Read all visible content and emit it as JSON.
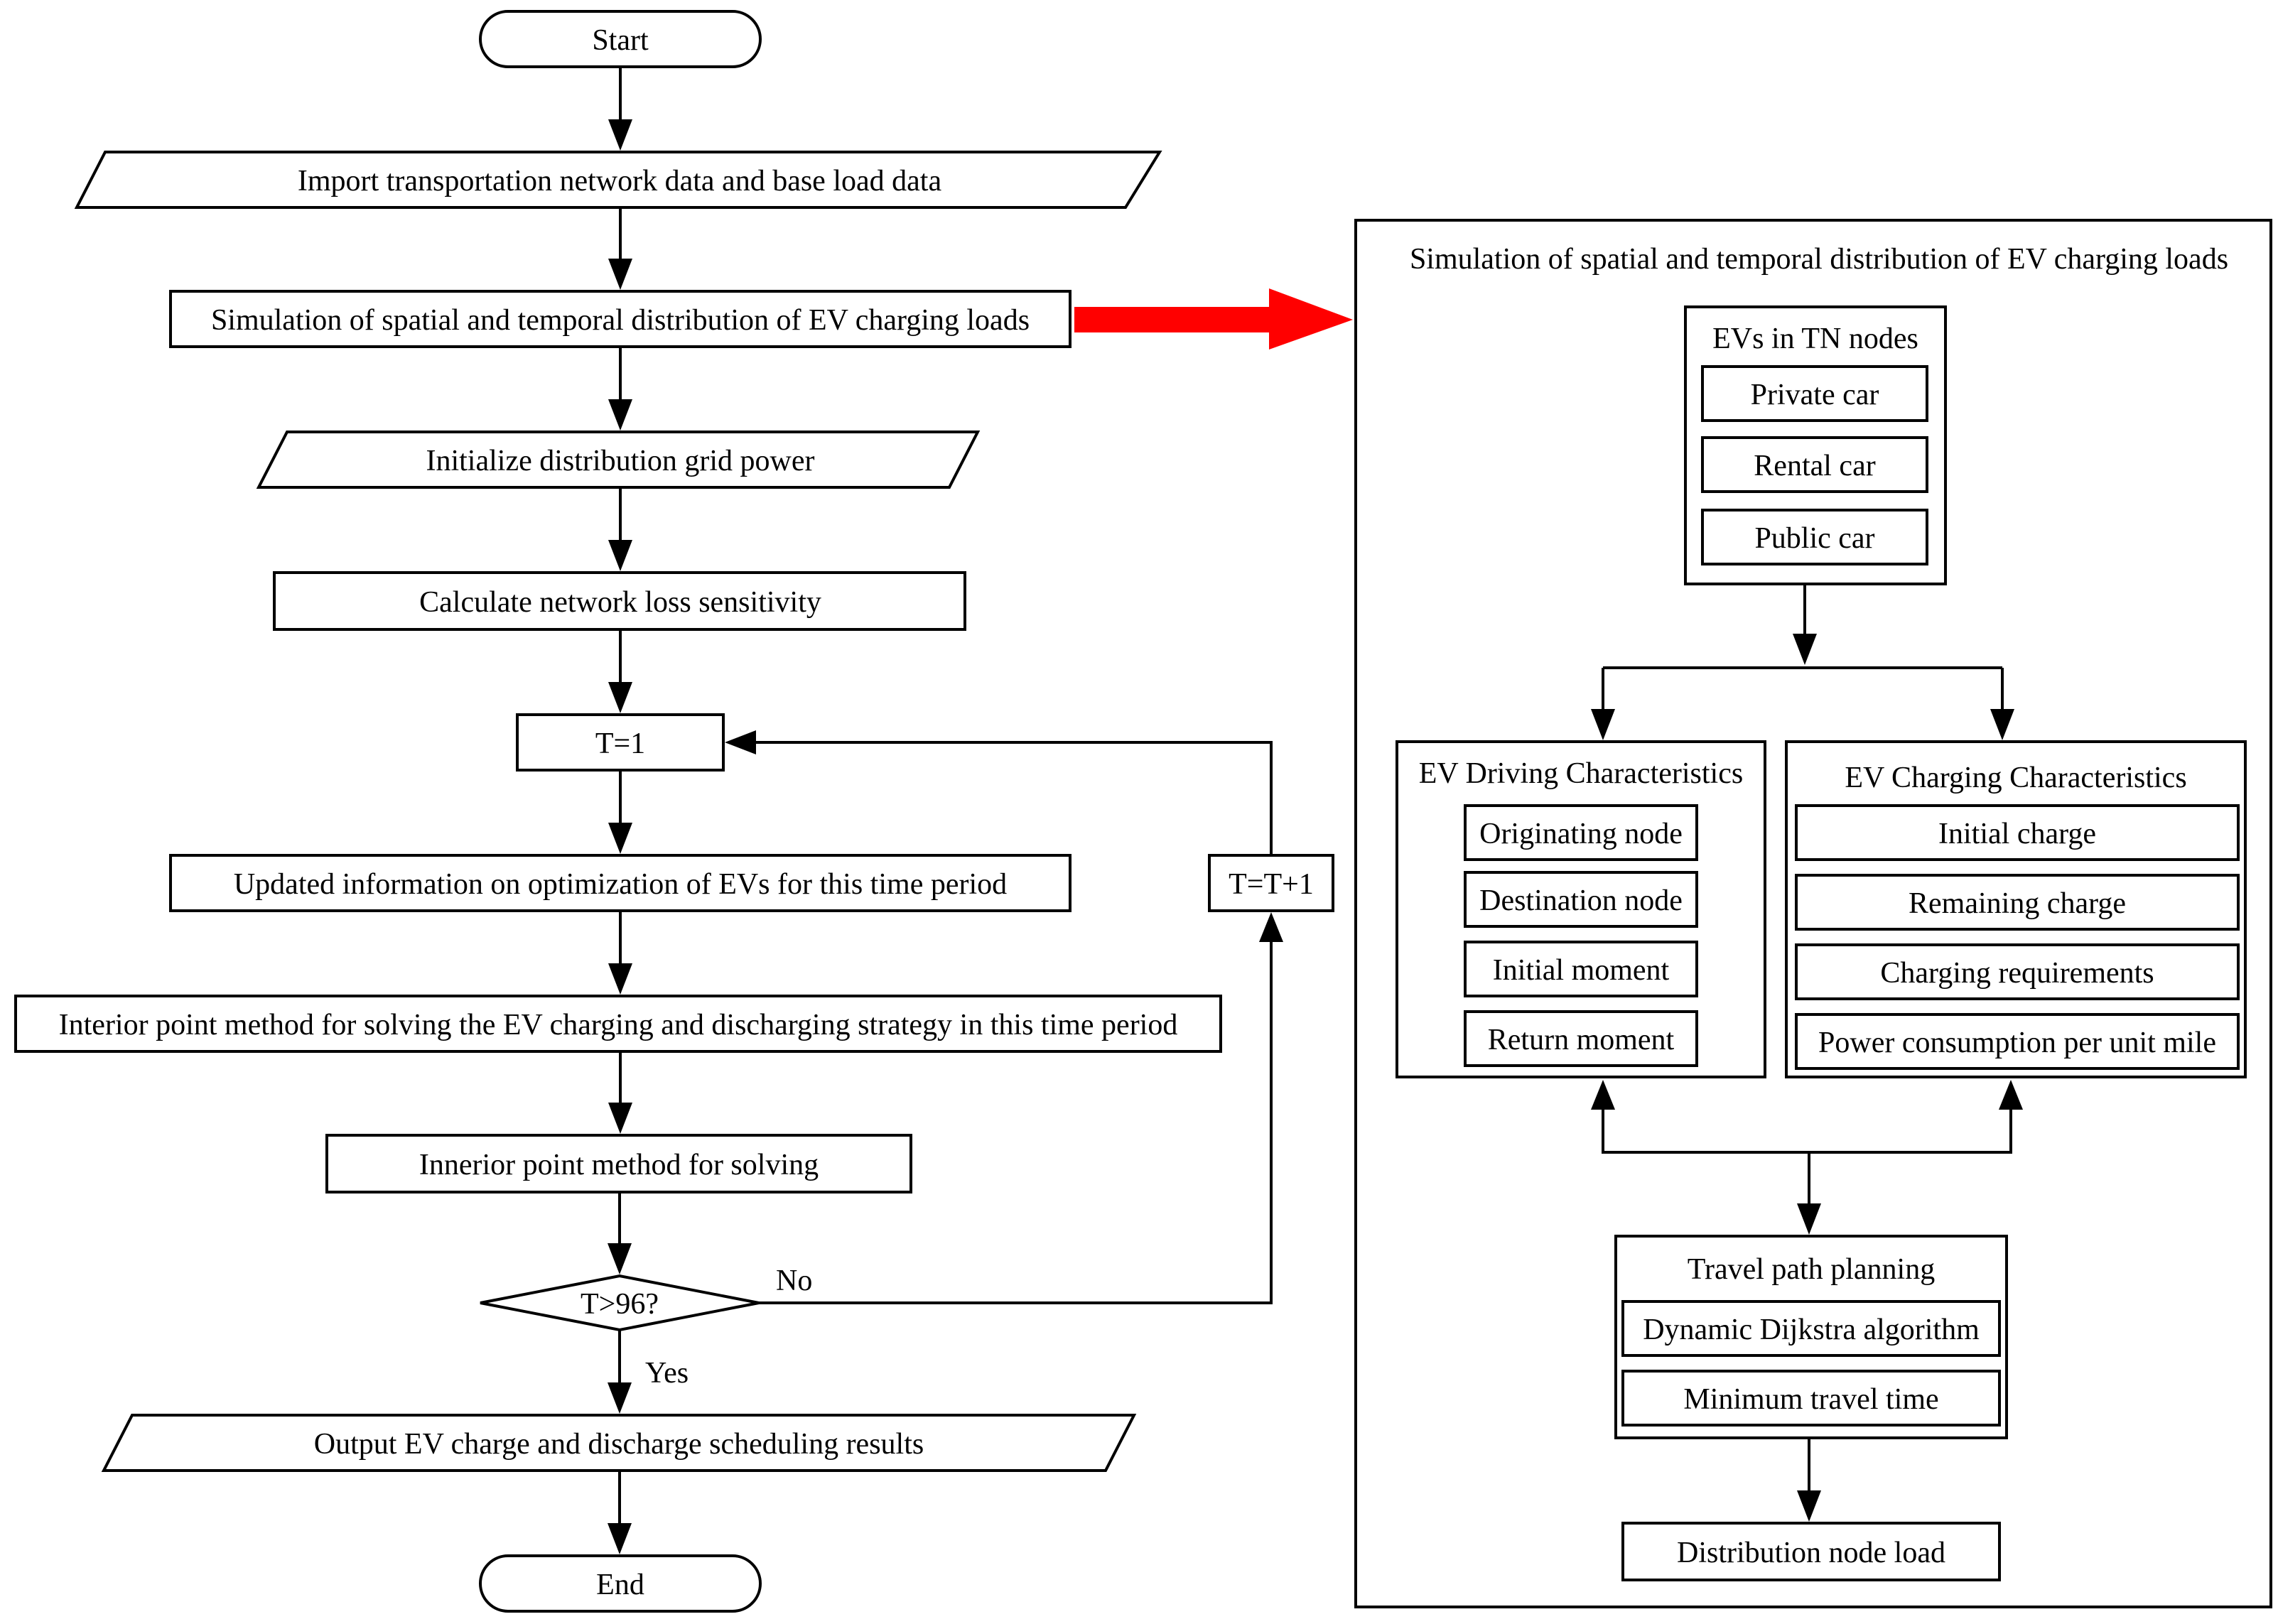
{
  "flow": {
    "start": "Start",
    "import_data": "Import transportation network data and base load data",
    "simulation": "Simulation of spatial and temporal distribution of EV charging loads",
    "init_power": "Initialize distribution grid power",
    "calc_sensitivity": "Calculate network loss sensitivity",
    "t_init": "T=1",
    "update_info": "Updated information on optimization of EVs for this time period",
    "interior_point": "Interior point method for solving the EV charging and discharging strategy in this time period",
    "innerior_point": "Innerior point method for solving",
    "decision": "T>96?",
    "no_label": "No",
    "yes_label": "Yes",
    "increment": "T=T+1",
    "output": "Output EV charge and discharge scheduling results",
    "end": "End"
  },
  "detail": {
    "title": "Simulation of spatial and temporal distribution of EV charging loads",
    "evs_group": {
      "title": "EVs in TN nodes",
      "items": [
        "Private car",
        "Rental car",
        "Public car"
      ]
    },
    "driving": {
      "title": "EV Driving Characteristics",
      "items": [
        "Originating node",
        "Destination node",
        "Initial moment",
        "Return moment"
      ]
    },
    "charging": {
      "title": "EV Charging Characteristics",
      "items": [
        "Initial charge",
        "Remaining charge",
        "Charging requirements",
        "Power consumption per unit mile"
      ]
    },
    "travel": {
      "title": "Travel path planning",
      "items": [
        "Dynamic Dijkstra algorithm",
        "Minimum travel time"
      ]
    },
    "result": "Distribution node load"
  },
  "colors": {
    "stroke": "#000000",
    "highlight_arrow": "#ff0000",
    "background": "#ffffff"
  }
}
